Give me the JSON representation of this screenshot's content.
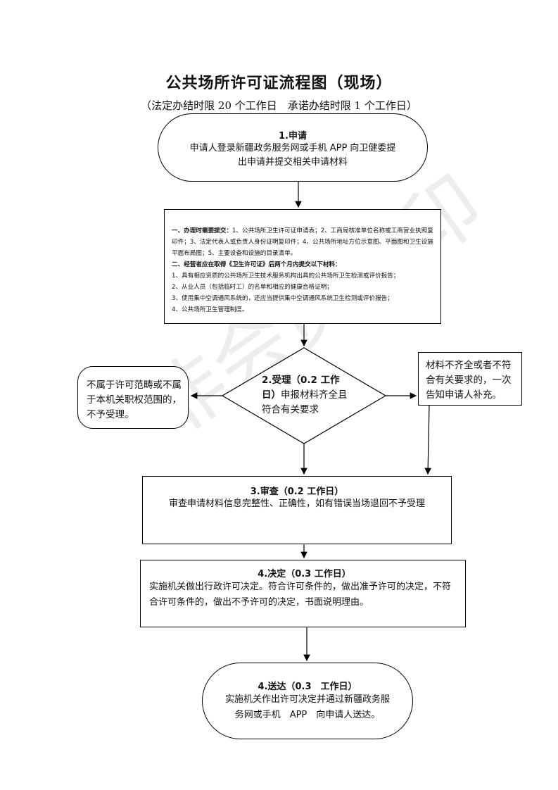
{
  "title": "公共场所许可证流程图（现场）",
  "subtitle": "（法定办结时限 20 个工作日　承诺办结时限 1 个工作日）",
  "watermark": "非会员水印",
  "step1": {
    "title": "1.申请",
    "body": "申请人登录新疆政务服务网或手机 APP 向卫健委提出申请并提交相关申请材料"
  },
  "materials": {
    "part1_heading": "一、办理时需要提交：",
    "part1_text": "1、公共场所卫生许可证申请表；2、工商局核准单位名称或工商营业执照复印件；3、法定代表人或负责人身份证明复印件；4、公共场所地址方位示意图、平面图和卫生设施平面布局图；5、主要设备和设施的目录清单。",
    "part2_heading": "二、经营者应在取得《卫生许可证》后两个月内提交以下材料：",
    "items": [
      "1、具有相应资质的公共场所卫生技术服务机构出具的公共场所卫生检测或评价报告；",
      "2、从业人员（包括临时工）的名单和相应的健康合格证明；",
      "3、使用集中空调通风系统的，还应当提供集中空调通风系统卫生检测或评价报告；",
      "4、公共场所卫生管理制度。"
    ]
  },
  "step2": {
    "title": "2.受理（0.2 工作日）",
    "body": "申报材料齐全且符合有关要求"
  },
  "reject": {
    "text": "不属于许可范畴或不属于本机关职权范围的，不予受理。"
  },
  "supplement": {
    "text": "材料不齐全或者不符合有关要求的，一次告知申请人补充。"
  },
  "step3": {
    "title": "3.审查（0.2 工作日）",
    "body": "审查申请材料信息完整性、正确性，如有错误当场退回不予受理"
  },
  "step4": {
    "title": "4.决定（0.3 工作日）",
    "body": "实施机关做出行政许可决定。符合许可条件的，做出准予许可的决定，不符合许可条件的，做出不予许可的决定，书面说明理由。"
  },
  "step5": {
    "title": "4.送达（0.3　工作日）",
    "body": "实施机关作出许可决定并通过新疆政务服务网或手机　APP　向申请人送达。"
  }
}
